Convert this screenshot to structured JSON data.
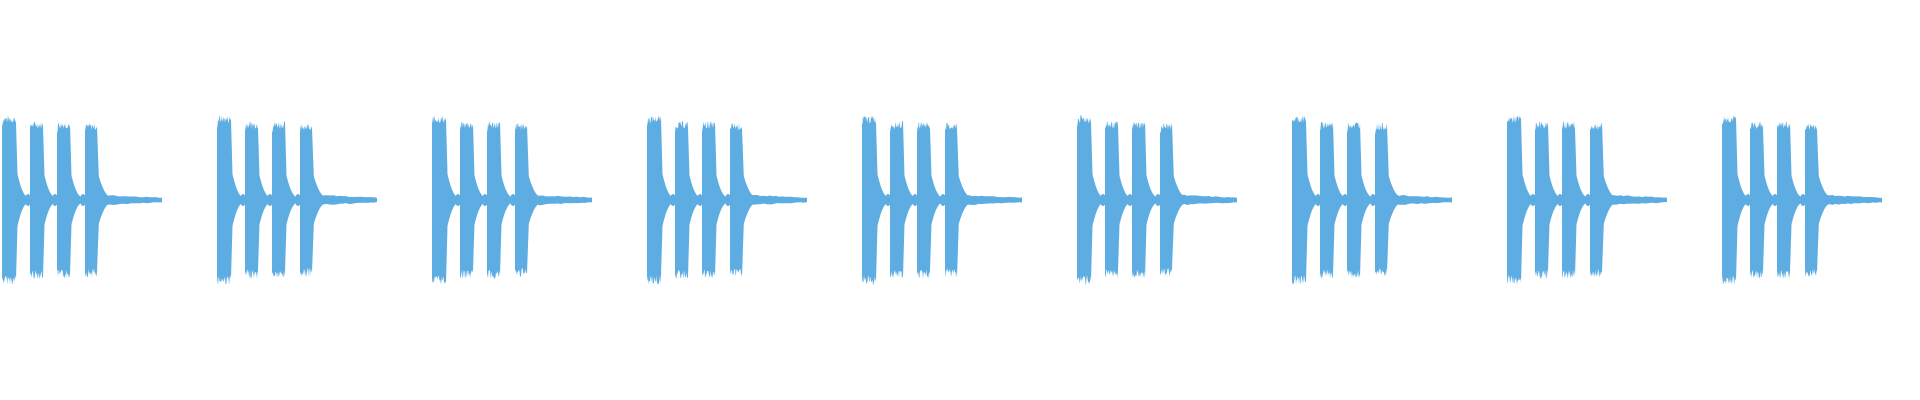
{
  "waveform": {
    "color": "#5dade2",
    "background": "#ffffff",
    "pattern": {
      "repetitions": 9,
      "bursts_per_repetition": 4,
      "relative_burst_amplitudes": [
        1.0,
        0.93,
        0.93,
        0.91
      ],
      "tail_amplitude": 0.06
    }
  }
}
